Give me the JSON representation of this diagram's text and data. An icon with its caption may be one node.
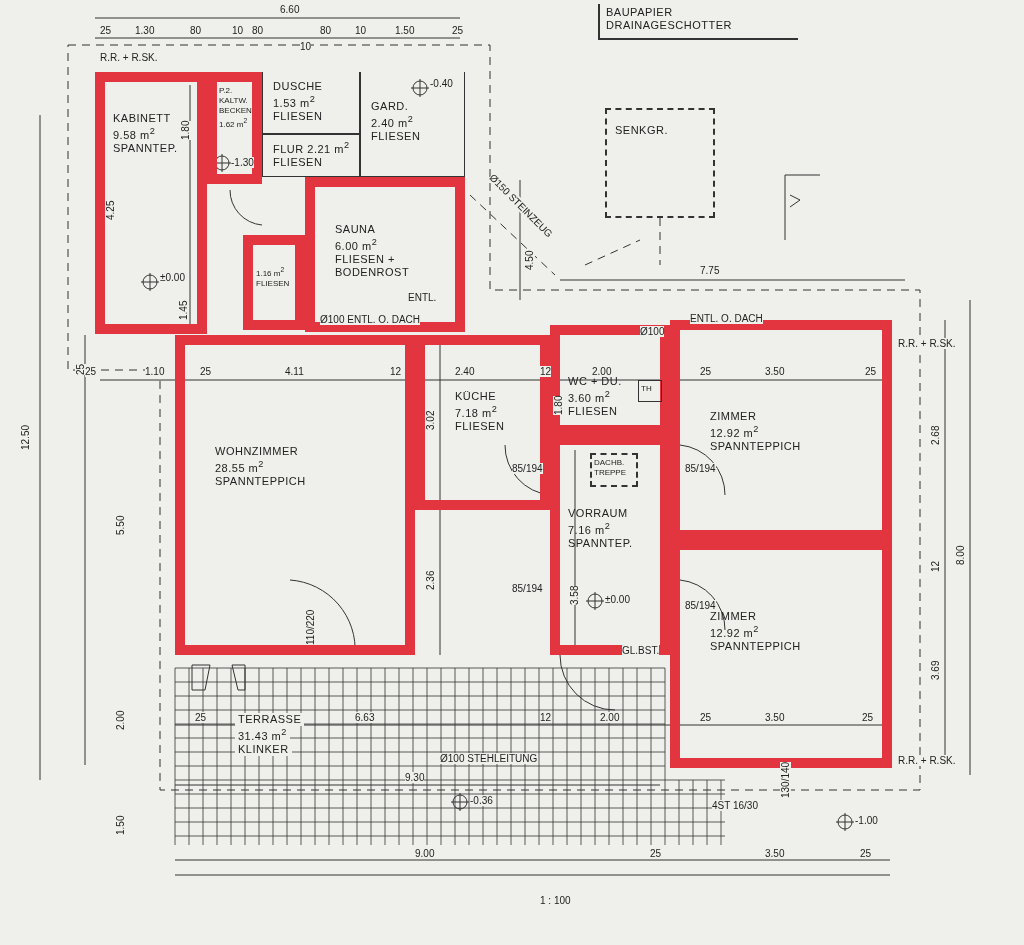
{
  "diagram": {
    "nodes": [
      {
        "text": [
          "KABINETT",
          "9.58 m$^{2}$",
          "SPANNTEP."
        ]
      },
      {
        "text": [
          "P.2.",
          "KALTW. BECKEN",
          "1.62 m$^{2}$"
        ]
      },
      {
        "text": [
          "DUSCHE",
          "1.53 m$^{2}$",
          "FLIESEN"
        ]
      },
      {
        "text": [
          "GARD.",
          "2.40 m$^{2}$",
          "FLIESEN"
        ]
      },
      {
        "text": [
          "FLUR 2.21 m$^{2}$",
          "FLIESEN"
        ]
      },
      {
        "text": [
          "1.16 m$^{2}$",
          "FLIESEN"
        ]
      },
      {
        "text": [
          "SAUNA",
          "6.00 m$^{2}$",
          "FLIESEN +",
          "BODENROST"
        ]
      },
      {
        "text": [
          "SENKGR."
        ]
      },
      {
        "text": [
          "WOHNZIMMER",
          "28.55 m$^{2}$",
          "SPANNTEPPICH"
        ]
      },
      {
        "text": [
          "KÜCHE",
          "7.18 m$^{2}$",
          "FLIESEN"
        ]
      },
      {
        "text": [
          "WC + DU.",
          "3.60 m$^{2}$",
          "FLIESEN"
        ]
      },
      {
        "text": [
          "TH"
        ],
        "in": 10
      },
      {
        "text": [
          "VORRAUM",
          "7.16 m$^{2}$",
          "SPANNTEP."
        ]
      },
      {
        "text": [
          "DACHB. TREPPE"
        ],
        "in": 12
      },
      {
        "text": [
          "ZIMMER",
          "12.92 m$^{2}$",
          "SPANNTEPPICH"
        ]
      },
      {
        "text": [
          "ZIMMER",
          "12.92 m$^{2}$",
          "SPANNTEPPICH"
        ]
      },
      {
        "text": [
          "TERRASSE",
          "31.43 m$^{2}$",
          "KLINKER"
        ]
      },
      {
        "text": [
          "BAUPAPIER",
          "DRAINAGESCHOTTER"
        ]
      }
    ],
    "labels": [
      "6.60",
      "25",
      "1.30",
      "80",
      "10",
      "80",
      "80",
      "10",
      "1.50",
      "25",
      "10",
      "R.R. + R.SK.",
      "-0.40",
      "-1.30",
      "4.25",
      "1.80",
      "±0.00",
      "1.45",
      "ENTL.",
      "Ø150 STEINZEUG",
      "4.50",
      "7.75",
      "Ø100 ENTL. O. DACH",
      "ENTL. O. DACH",
      "Ø100",
      "R.R. + R.SK.",
      "25",
      "12.50",
      "25",
      "1.10",
      "25",
      "4.11",
      "12",
      "2.40",
      "12",
      "2.00",
      "25",
      "3.50",
      "25",
      "1.80",
      "3.02",
      "2.68",
      "8.00",
      "85/194",
      "85/194",
      "5.50",
      "3.58",
      "2.36",
      "12",
      "85/194",
      "±0.00",
      "85/194",
      "110/220",
      "3.69",
      "GL.BST.",
      "2.00",
      "25",
      "6.63",
      "12",
      "2.00",
      "25",
      "3.50",
      "25",
      "Ø100 STEHLEITUNG",
      "R.R. + R.SK.",
      "9.30",
      "130/140",
      "-0.36",
      "1.50",
      "4ST 16/30",
      "-1.00",
      "9.00",
      "25",
      "3.50",
      "25",
      "1 : 100"
    ]
  }
}
